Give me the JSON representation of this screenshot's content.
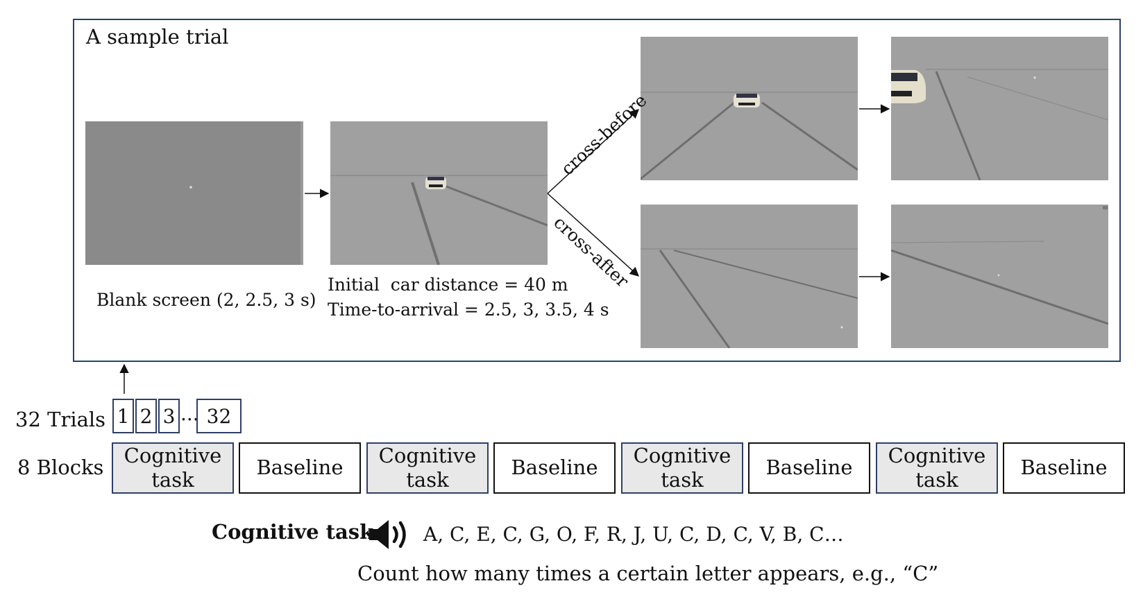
{
  "trial_panel": {
    "title": "A sample trial",
    "blank_caption": "Blank screen (2, 2.5, 3 s)",
    "initial_caption_line1": "Initial  car distance = 40 m",
    "initial_caption_line2": "Time-to-arrival = 2.5, 3, 3.5, 4 s",
    "branch_before": "cross-before",
    "branch_after": "cross-after"
  },
  "trials_row": {
    "label": "32 Trials",
    "boxes": [
      "1",
      "2",
      "3",
      "32"
    ],
    "ellipsis": "..."
  },
  "blocks_row": {
    "label": "8 Blocks",
    "blocks": [
      {
        "line1": "Cognitive",
        "line2": "task",
        "kind": "cognitive"
      },
      {
        "line1": "Baseline",
        "line2": "",
        "kind": "baseline"
      },
      {
        "line1": "Cognitive",
        "line2": "task",
        "kind": "cognitive"
      },
      {
        "line1": "Baseline",
        "line2": "",
        "kind": "baseline"
      },
      {
        "line1": "Cognitive",
        "line2": "task",
        "kind": "cognitive"
      },
      {
        "line1": "Baseline",
        "line2": "",
        "kind": "baseline"
      },
      {
        "line1": "Cognitive",
        "line2": "task",
        "kind": "cognitive"
      },
      {
        "line1": "Baseline",
        "line2": "",
        "kind": "baseline"
      }
    ]
  },
  "cognitive_task": {
    "title": "Cognitive task",
    "icon": "speaker-icon",
    "letters": "A, C, E, C, G, O, F, R, J, U, C, D, C, V, B, C…",
    "instruction": "Count how many times a certain letter appears, e.g., “C”"
  },
  "colors": {
    "frame": "#2e3f66",
    "scene_gray": "#a0a0a0",
    "blank_gray": "#8a8a8a",
    "cognitive_fill": "#e8e8e8"
  }
}
